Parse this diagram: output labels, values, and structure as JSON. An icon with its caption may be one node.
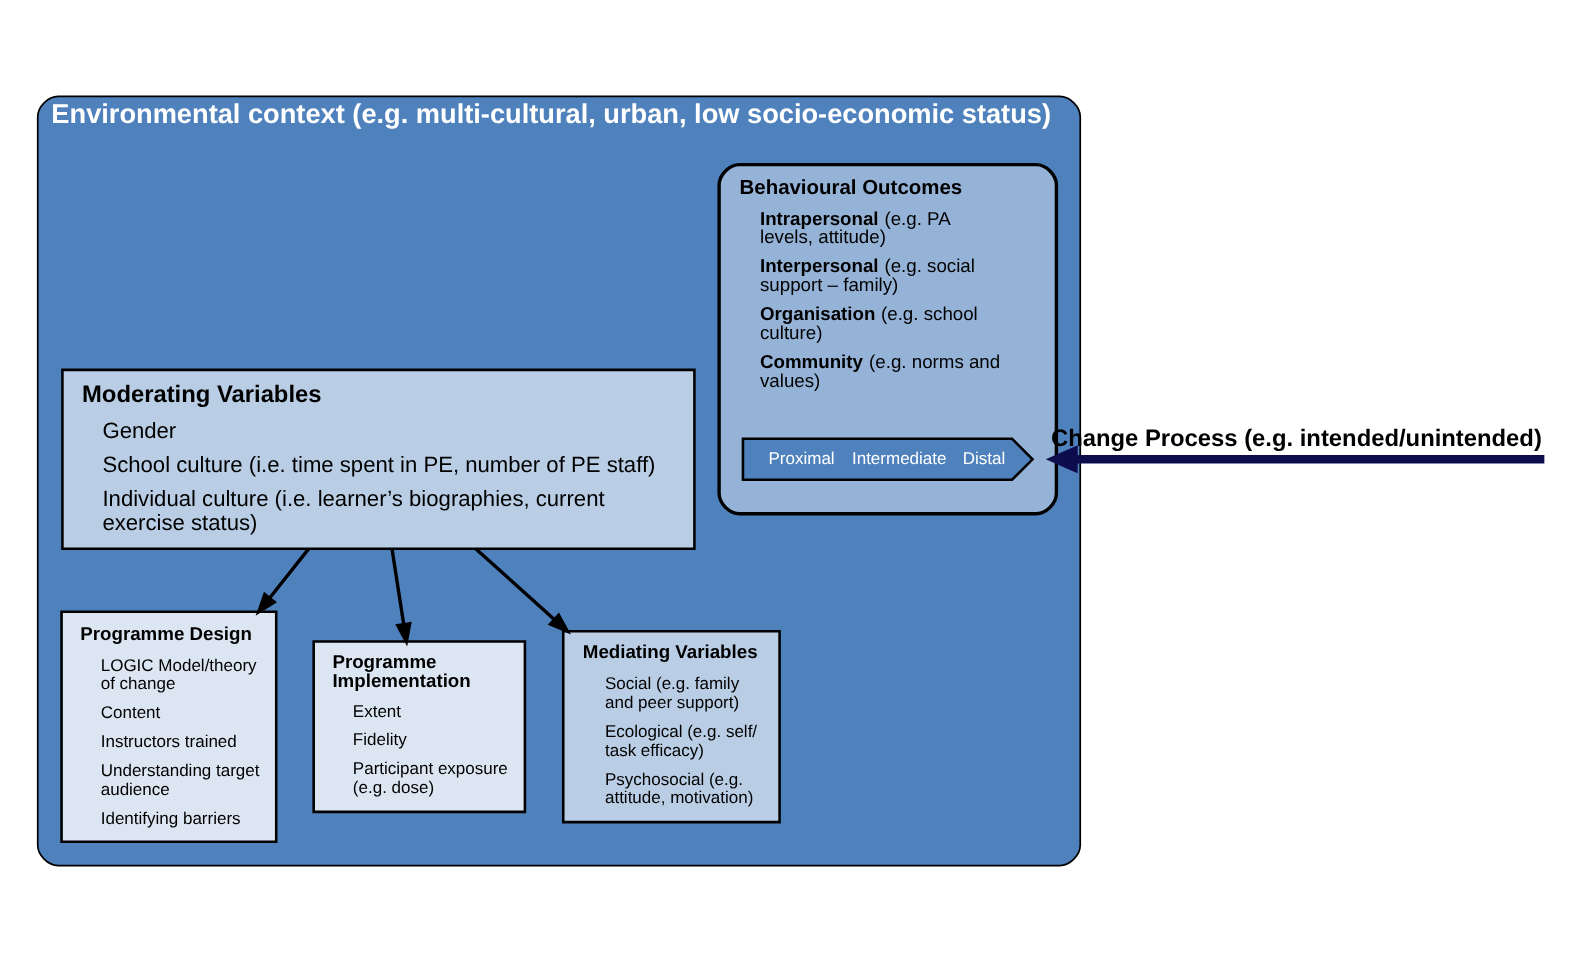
{
  "diagram": {
    "nodes": [
      {
        "text": [
          "Environmental context (e.g. multi-cultural, urban, low socio-economic status)"
        ]
      },
      {
        "text": [
          "Moderating Variables",
          "Gender",
          "School culture (i.e. time spent in PE, number of PE staff)",
          "Individual culture (i.e. learner’s biographies, current exercise status)"
        ],
        "in": 0
      },
      {
        "text": [
          "Programme Design",
          "LOGIC Model/theory of change",
          "Content",
          "Instructors trained",
          "Understanding target audience",
          "Identifying barriers"
        ],
        "in": 0
      },
      {
        "text": [
          "Programme Implementation",
          "Extent",
          "Fidelity",
          "Participant exposure (e.g. dose)"
        ],
        "in": 0
      },
      {
        "text": [
          "Mediating Variables",
          "Social (e.g. family and peer support)",
          "Ecological (e.g. self/ task efficacy)",
          "Psychosocial (e.g. attitude, motivation)"
        ],
        "in": 0
      },
      {
        "text": [
          "Behavioural Outcomes",
          "**Intrapersonal** (e.g. PA levels, attitude)",
          "**Interpersonal** (e.g. social support – family)",
          "**Organisation** (e.g. school culture)",
          "**Community** (e.g. norms and values)"
        ],
        "in": 0
      },
      {
        "text": [
          "Proximal",
          "Intermediate",
          "Distal"
        ],
        "in": 5
      }
    ],
    "edges": [
      {
        "from": 1,
        "to": 2,
        "arrow": "to"
      },
      {
        "from": 1,
        "to": 3,
        "arrow": "to"
      },
      {
        "from": 1,
        "to": 4,
        "arrow": "to"
      },
      {
        "from": null,
        "to": 5,
        "arrow": "to",
        "label": "Change Process (e.g. intended/unintended)",
        "style": "thick",
        "color": "#0d0d4d"
      }
    ]
  }
}
